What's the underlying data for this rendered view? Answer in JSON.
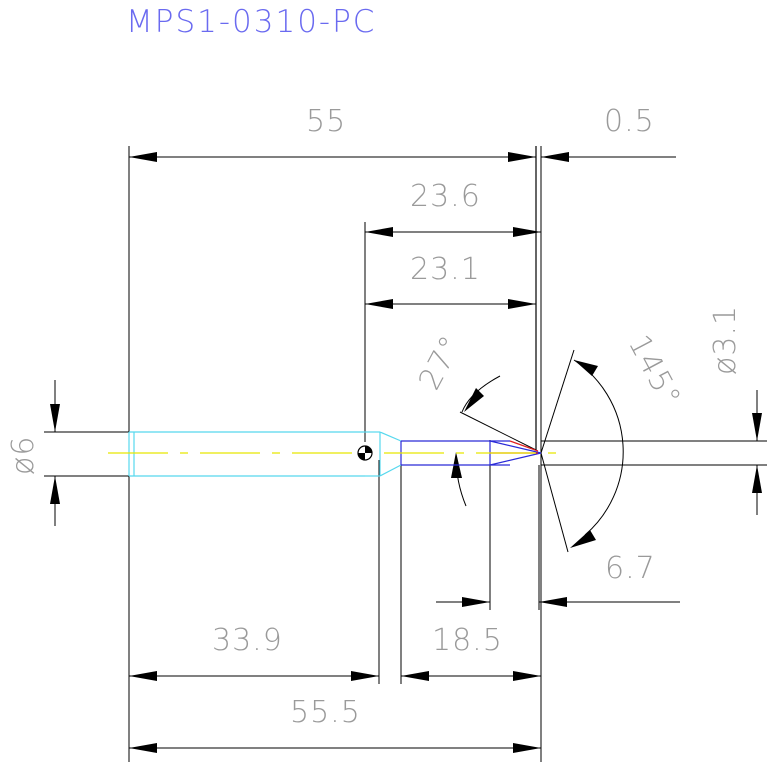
{
  "title": "MPS1-0310-PC",
  "dimensions": {
    "overall_length_top": "55",
    "tip_offset": "0.5",
    "tip_section_outer": "23.6",
    "tip_section_inner": "23.1",
    "taper_angle": "27°",
    "point_angle": "145°",
    "tip_diameter": "ø3.1",
    "shank_diameter": "ø6",
    "point_length": "6.7",
    "shank_length": "33.9",
    "flute_length": "18.5",
    "overall_length_bottom": "55.5"
  },
  "colors": {
    "outline": "#000000",
    "shank": "#56d8ee",
    "flute": "#2a2ad8",
    "chamfer": "#e02020",
    "centerline": "#e6e600",
    "dimension_text": "#9a9a9a",
    "title_text": "#6a6af0"
  }
}
